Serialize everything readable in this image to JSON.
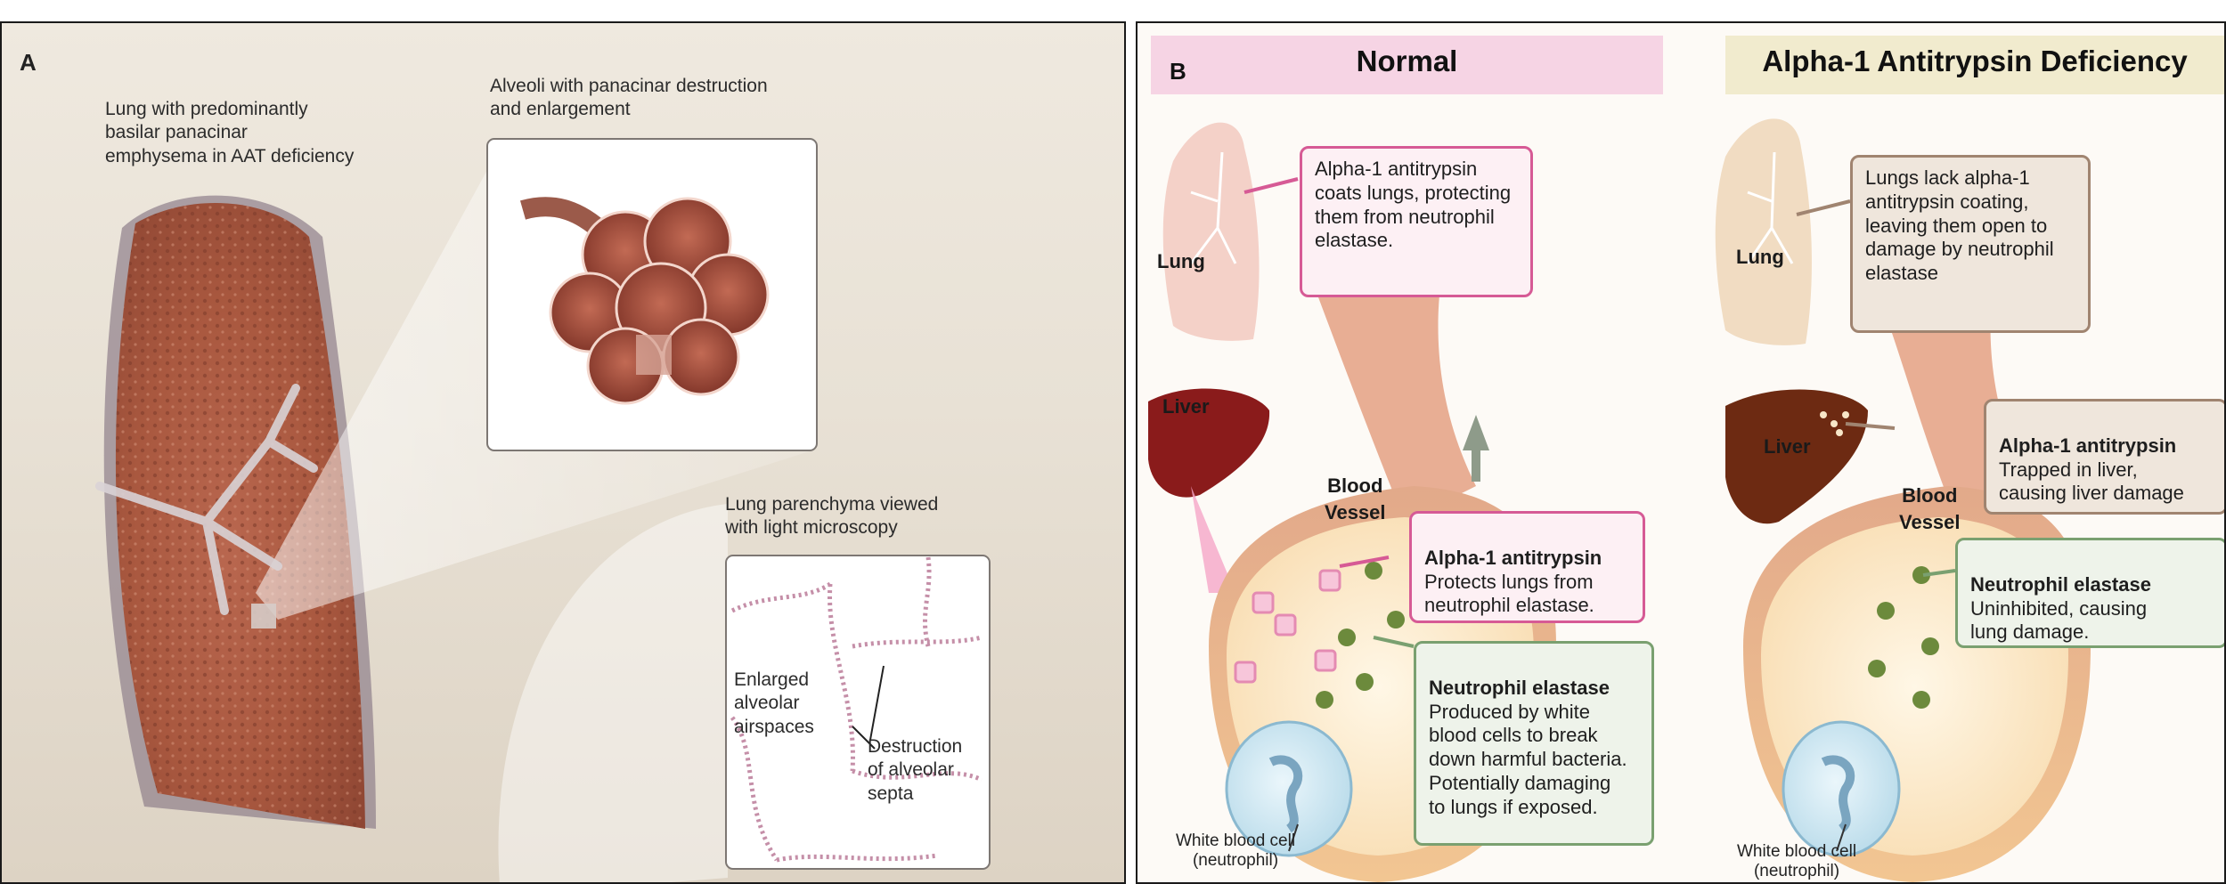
{
  "panel_a": {
    "letter": "A",
    "lung_label": "Lung with predominantly\nbasilar panacinar\nemphysema in AAT deficiency",
    "alveoli_label": "Alveoli with panacinar destruction\nand enlargement",
    "parenchyma_label": "Lung parenchyma viewed\nwith light microscopy",
    "enlarged_label": "Enlarged\nalveolar\nairspaces",
    "destruction_label": "Destruction\nof alveolar\nsepta"
  },
  "panel_b": {
    "letter": "B",
    "normal": {
      "header": "Normal",
      "lung_label": "Lung",
      "liver_label": "Liver",
      "vessel_label": "Blood\nVessel",
      "coat_callout": "Alpha-1 antitrypsin\ncoats lungs, protecting\nthem from neutrophil\nelastase.",
      "aat_title": "Alpha-1 antitrypsin",
      "aat_text": "Protects lungs from\nneutrophil elastase.",
      "ne_title": "Neutrophil elastase",
      "ne_text": "Produced by white\nblood cells to break\ndown harmful bacteria.\nPotentially damaging\nto lungs if exposed.",
      "wbc_label": "White blood cell\n(neutrophil)"
    },
    "deficiency": {
      "header": "Alpha-1 Antitrypsin Deficiency",
      "lung_label": "Lung",
      "liver_label": "Liver",
      "vessel_label": "Blood\nVessel",
      "lack_callout": "Lungs lack alpha-1\nantitrypsin coating,\nleaving them open to\ndamage by neutrophil\nelastase",
      "aat_title": "Alpha-1 antitrypsin",
      "aat_text": "Trapped in liver,\ncausing liver damage",
      "ne_title": "Neutrophil elastase",
      "ne_text": "Uninhibited, causing\nlung damage.",
      "wbc_label": "White blood cell\n(neutrophil)"
    }
  },
  "colors": {
    "pink_border": "#d65a95",
    "tan_border": "#a08470",
    "green_border": "#7aa070",
    "normal_header_bg": "#f6d4e4",
    "deficiency_header_bg": "#f1ebce"
  }
}
